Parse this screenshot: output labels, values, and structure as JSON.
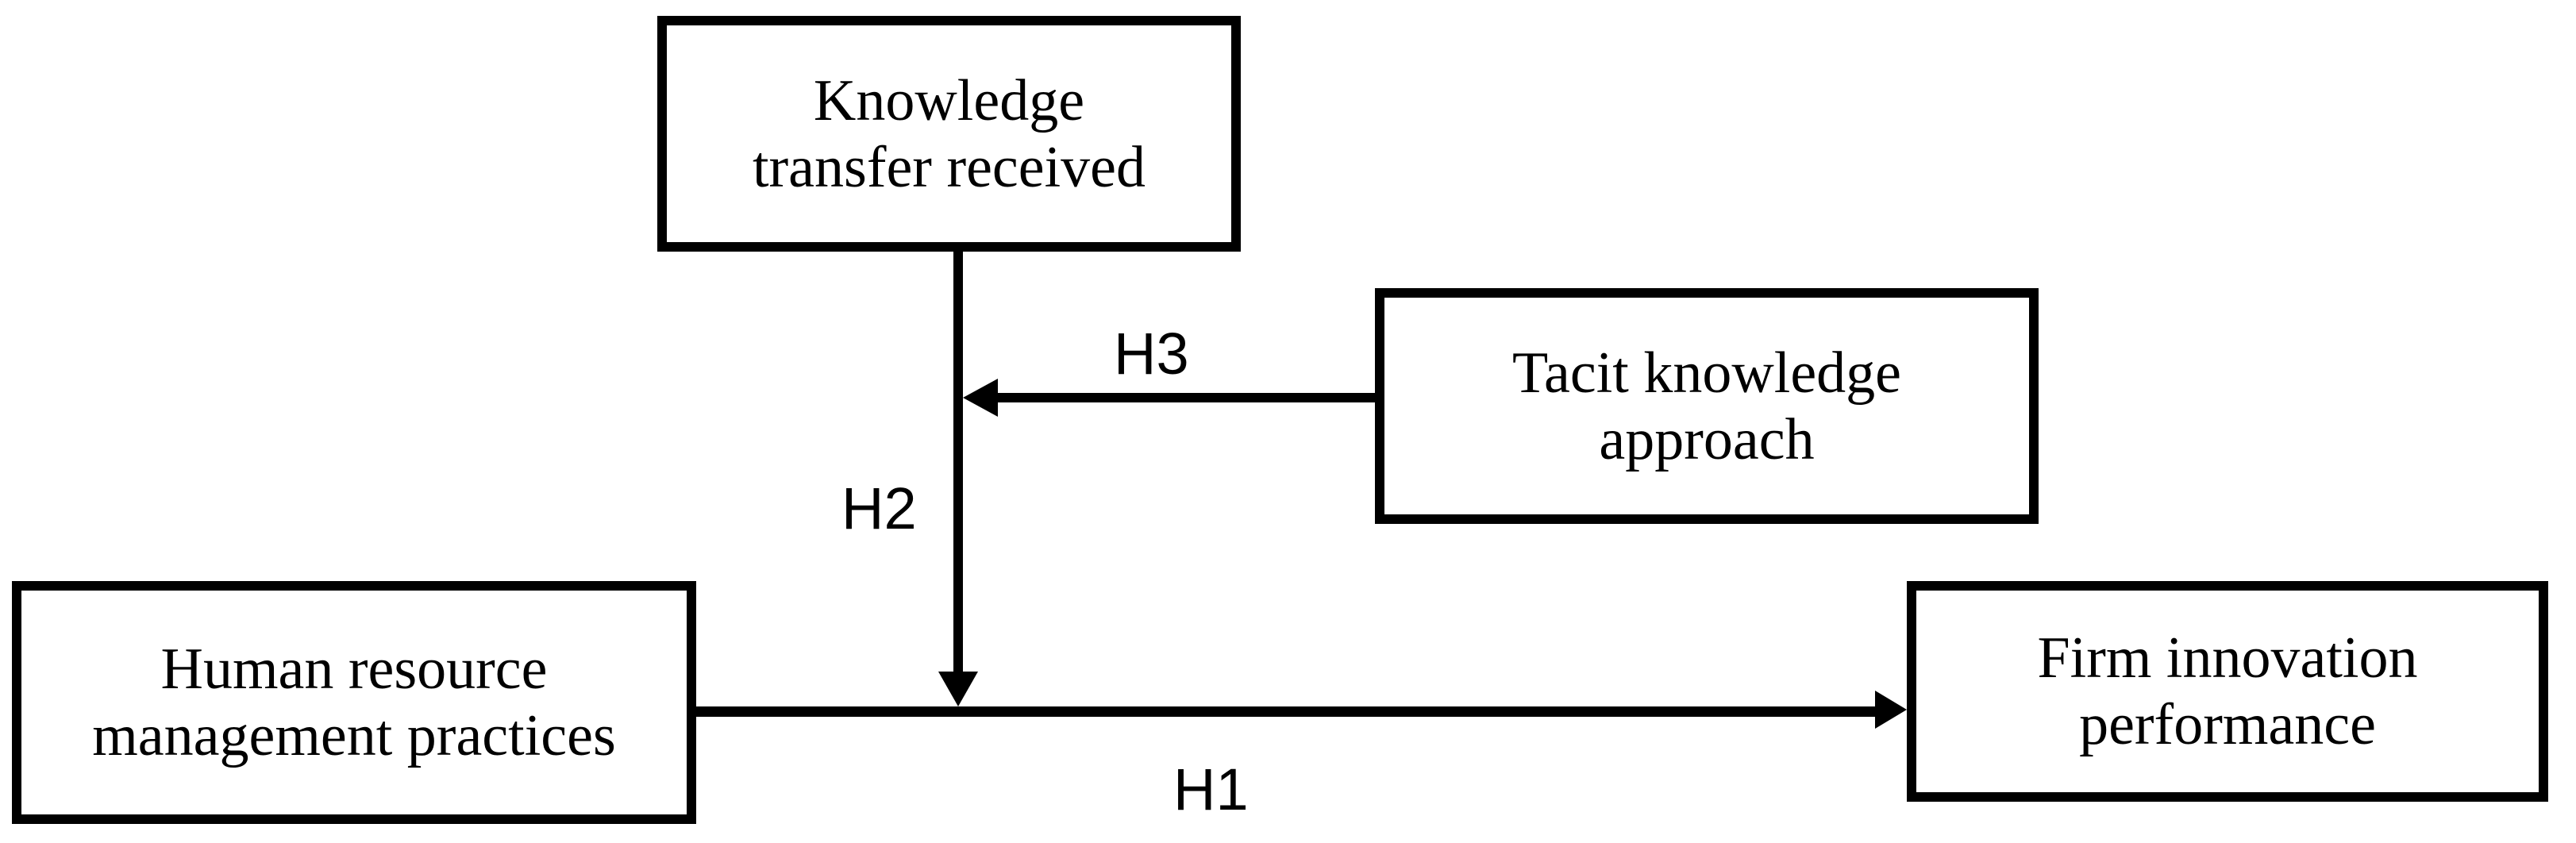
{
  "diagram": {
    "background_color": "#ffffff",
    "line_color": "#000000",
    "boxes": [
      {
        "id": "knowledge-transfer-received",
        "lines": [
          "Knowledge",
          "transfer received"
        ]
      },
      {
        "id": "tacit-knowledge-approach",
        "lines": [
          "Tacit knowledge",
          "approach"
        ]
      },
      {
        "id": "human-resource-management-practices",
        "lines": [
          "Human resource",
          "management practices"
        ]
      },
      {
        "id": "firm-innovation-performance",
        "lines": [
          "Firm innovation",
          "performance"
        ]
      }
    ],
    "hypotheses": [
      {
        "id": "h1",
        "label": "H1",
        "from": "human-resource-management-practices",
        "to": "firm-innovation-performance"
      },
      {
        "id": "h2",
        "label": "H2",
        "from": "knowledge-transfer-received",
        "to": "h1-arrow"
      },
      {
        "id": "h3",
        "label": "H3",
        "from": "tacit-knowledge-approach",
        "to": "h2-arrow"
      }
    ]
  }
}
